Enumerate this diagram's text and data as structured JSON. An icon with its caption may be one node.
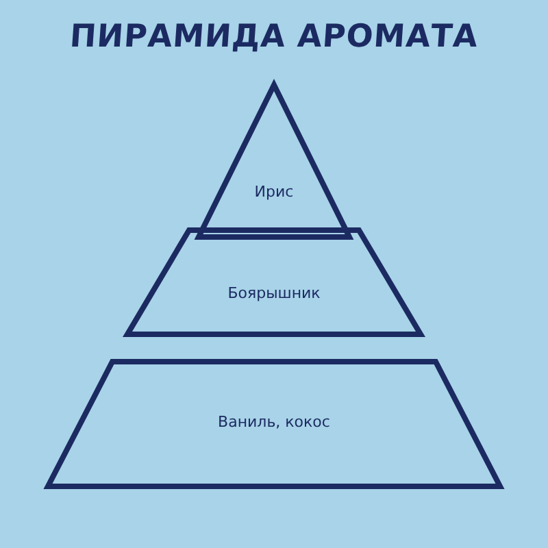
{
  "diagram": {
    "title": "ПИРАМИДА АРОМАТА",
    "nodes": [
      {
        "text": [
          "Ирис"
        ]
      },
      {
        "text": [
          "Боярышник"
        ]
      },
      {
        "text": [
          "Ваниль, кокос"
        ]
      }
    ]
  }
}
